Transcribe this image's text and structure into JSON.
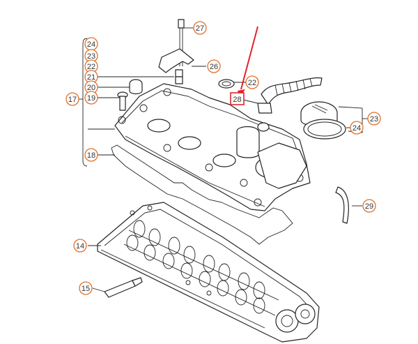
{
  "callouts": [
    {
      "id": "27",
      "label": "27"
    },
    {
      "id": "26",
      "label": "26"
    },
    {
      "id": "24a",
      "label": "24"
    },
    {
      "id": "23a",
      "label": "23"
    },
    {
      "id": "22a",
      "label": "22"
    },
    {
      "id": "21",
      "label": "21"
    },
    {
      "id": "20",
      "label": "20"
    },
    {
      "id": "19",
      "label": "19"
    },
    {
      "id": "17",
      "label": "17"
    },
    {
      "id": "18",
      "label": "18"
    },
    {
      "id": "22b",
      "label": "22"
    },
    {
      "id": "28",
      "label": "28"
    },
    {
      "id": "23b",
      "label": "23"
    },
    {
      "id": "24b",
      "label": "24"
    },
    {
      "id": "29",
      "label": "29"
    },
    {
      "id": "14",
      "label": "14"
    },
    {
      "id": "15",
      "label": "15"
    }
  ],
  "colors": {
    "callout_stroke": "#e0702a",
    "highlight_box": "#e0232a",
    "arrow": "#e0232a",
    "line": "#222222"
  }
}
